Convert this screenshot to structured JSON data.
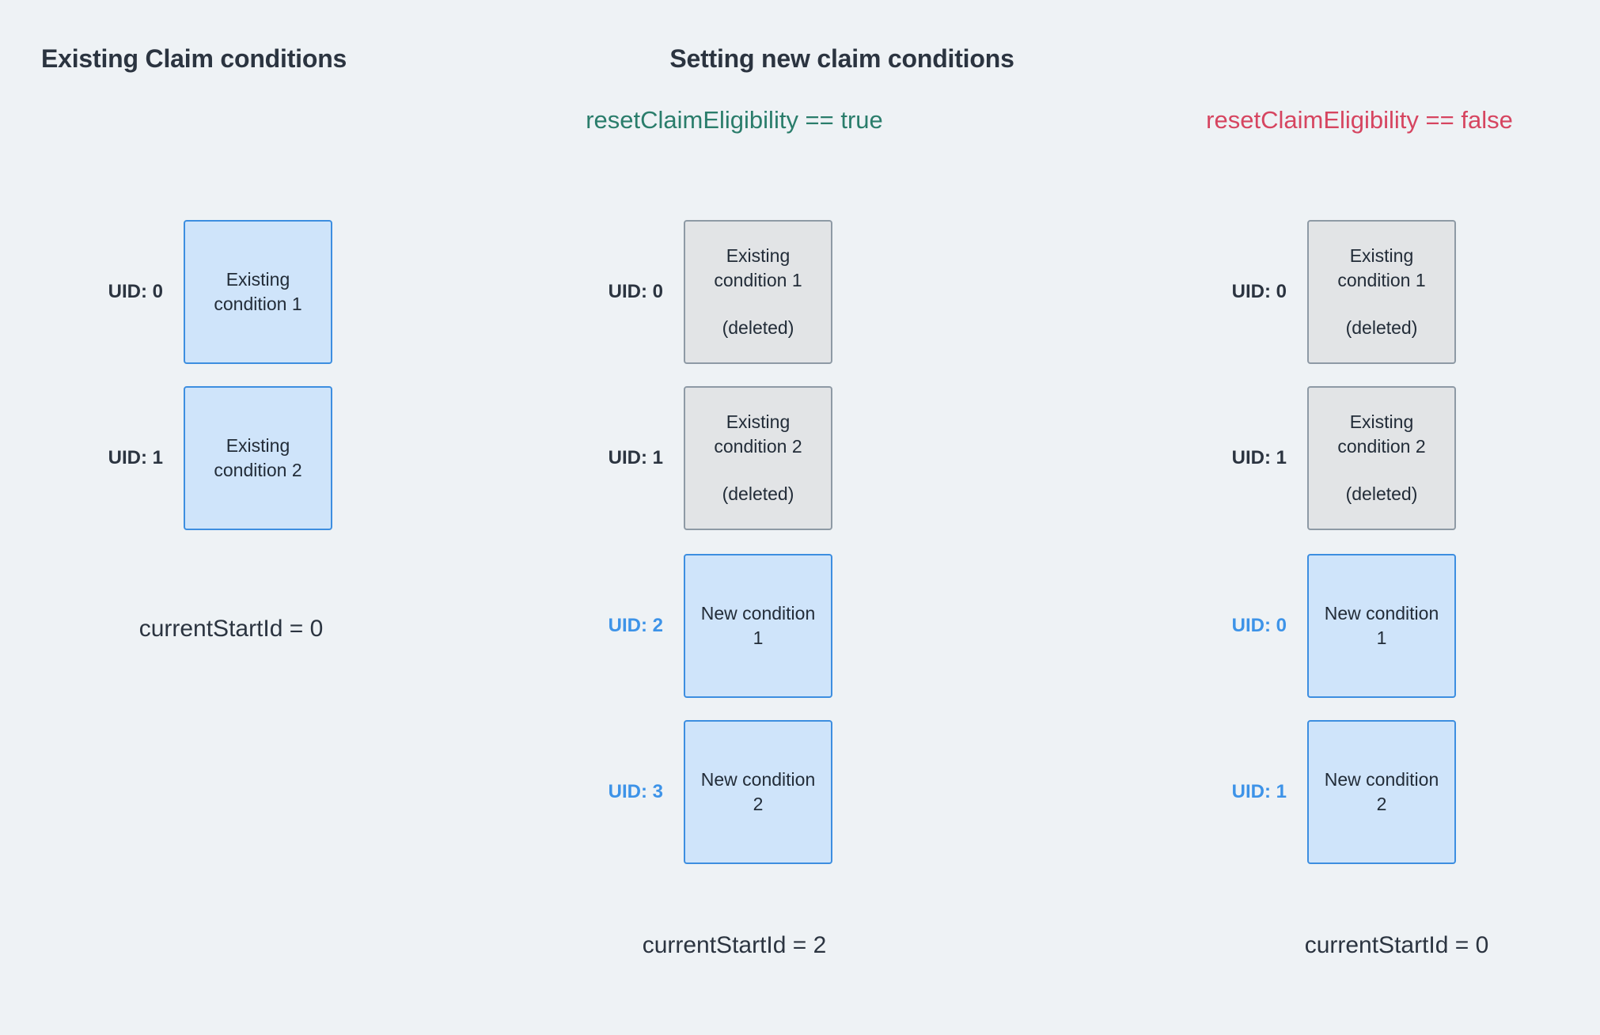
{
  "headings": {
    "existing": "Existing Claim conditions",
    "setting_new": "Setting new claim conditions"
  },
  "flags": {
    "reset_true": "resetClaimEligibility == true",
    "reset_false": "resetClaimEligibility == false"
  },
  "colors": {
    "background": "#eef2f5",
    "text_dark": "#2b3440",
    "flag_true_green": "#2a7d6b",
    "flag_false_red": "#d64560",
    "box_blue_fill": "#cfe4fa",
    "box_blue_border": "#3d8ee0",
    "box_gray_fill": "#e2e4e6",
    "box_gray_border": "#8e9aa5",
    "uid_new_blue": "#3d93e8"
  },
  "labels": {
    "deleted": "(deleted)",
    "uid_prefix": "UID: "
  },
  "columns": [
    {
      "id": "existing",
      "rows": [
        {
          "uid": "UID: 0",
          "uid_kind": "existing",
          "box_style": "blue",
          "title": "Existing\ncondition 1",
          "sub": ""
        },
        {
          "uid": "UID: 1",
          "uid_kind": "existing",
          "box_style": "blue",
          "title": "Existing\ncondition 2",
          "sub": ""
        }
      ],
      "current_start_id": "currentStartId = 0"
    },
    {
      "id": "reset-true",
      "rows": [
        {
          "uid": "UID: 0",
          "uid_kind": "existing",
          "box_style": "gray",
          "title": "Existing\ncondition 1",
          "sub": "(deleted)"
        },
        {
          "uid": "UID: 1",
          "uid_kind": "existing",
          "box_style": "gray",
          "title": "Existing\ncondition 2",
          "sub": "(deleted)"
        },
        {
          "uid": "UID: 2",
          "uid_kind": "new",
          "box_style": "blue",
          "title": "New condition\n1",
          "sub": ""
        },
        {
          "uid": "UID: 3",
          "uid_kind": "new",
          "box_style": "blue",
          "title": "New condition\n2",
          "sub": ""
        }
      ],
      "current_start_id": "currentStartId = 2"
    },
    {
      "id": "reset-false",
      "rows": [
        {
          "uid": "UID: 0",
          "uid_kind": "existing",
          "box_style": "gray",
          "title": "Existing\ncondition 1",
          "sub": "(deleted)"
        },
        {
          "uid": "UID: 1",
          "uid_kind": "existing",
          "box_style": "gray",
          "title": "Existing\ncondition 2",
          "sub": "(deleted)"
        },
        {
          "uid": "UID: 0",
          "uid_kind": "new",
          "box_style": "blue",
          "title": "New condition\n1",
          "sub": ""
        },
        {
          "uid": "UID: 1",
          "uid_kind": "new",
          "box_style": "blue",
          "title": "New condition\n2",
          "sub": ""
        }
      ],
      "current_start_id": "currentStartId = 0"
    }
  ]
}
